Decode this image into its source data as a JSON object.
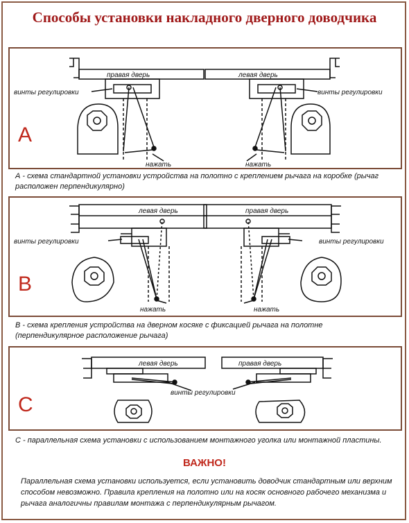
{
  "title": "Способы установки накладного дверного доводчика",
  "labels": {
    "right_door": "правая дверь",
    "left_door": "левая дверь",
    "screws": "винты регулировки",
    "push": "нажать"
  },
  "panels": [
    {
      "letter": "A",
      "caption": "А - схема стандартной установки устройства на полотно с креплением рычага на коробке (рычаг расположен перпендикулярно)"
    },
    {
      "letter": "B",
      "caption": "В - схема крепления устройства на дверном косяке с фиксацией рычага на полотне (перпендикулярное расположение рычага)"
    },
    {
      "letter": "C",
      "caption": "С - параллельная схема установки с использованием монтажного уголка или монтажной пластины."
    }
  ],
  "important": "ВАЖНО!",
  "note": "Параллельная схема установки используется, если установить доводчик стандартным или верхним способом невозможно. Правила крепления на полотно или на косяк основного рабочего механизма и рычага аналогичны правилам монтажа с перпендикулярным рычагом.",
  "colors": {
    "title": "#a01a1a",
    "letter": "#c0281c",
    "frame": "#7a4a36"
  }
}
